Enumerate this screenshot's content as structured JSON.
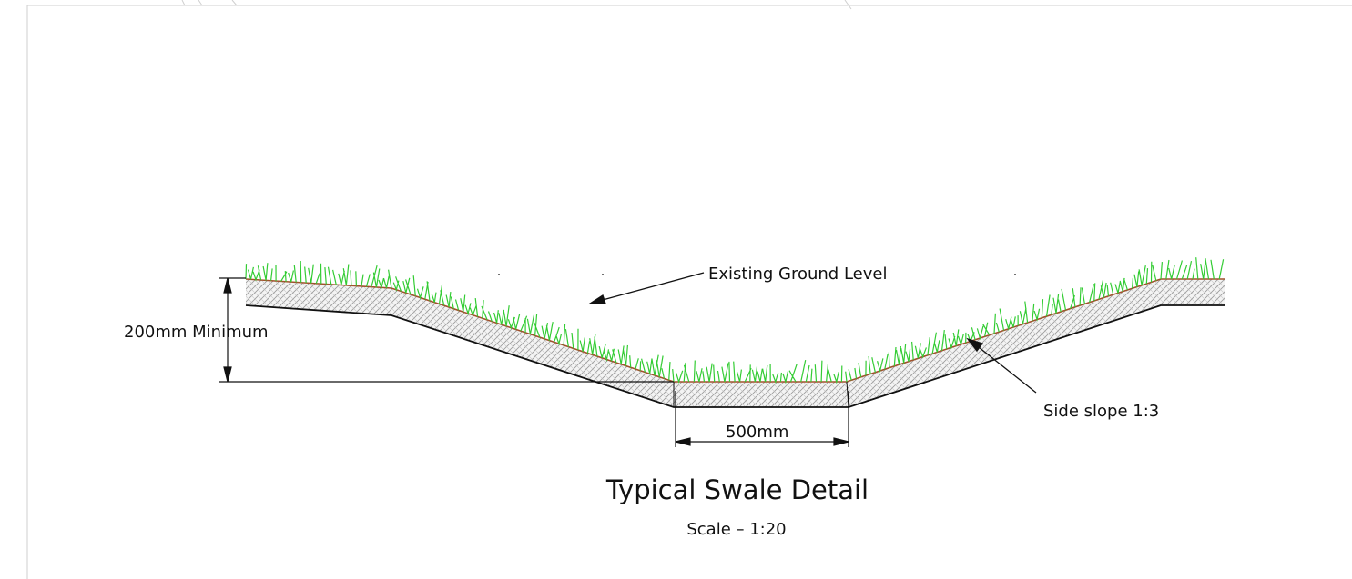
{
  "drawing": {
    "title": "Typical Swale Detail",
    "scale": "Scale – 1:20",
    "labels": {
      "existing_ground": "Existing Ground Level",
      "min_depth": "200mm Minimum",
      "base_width": "500mm",
      "side_slope": "Side slope 1:3"
    }
  },
  "colors": {
    "grass": "#33cc33",
    "topsoil_line": "#a0522d",
    "hatch": "#9a9a9a",
    "line": "#111111"
  }
}
